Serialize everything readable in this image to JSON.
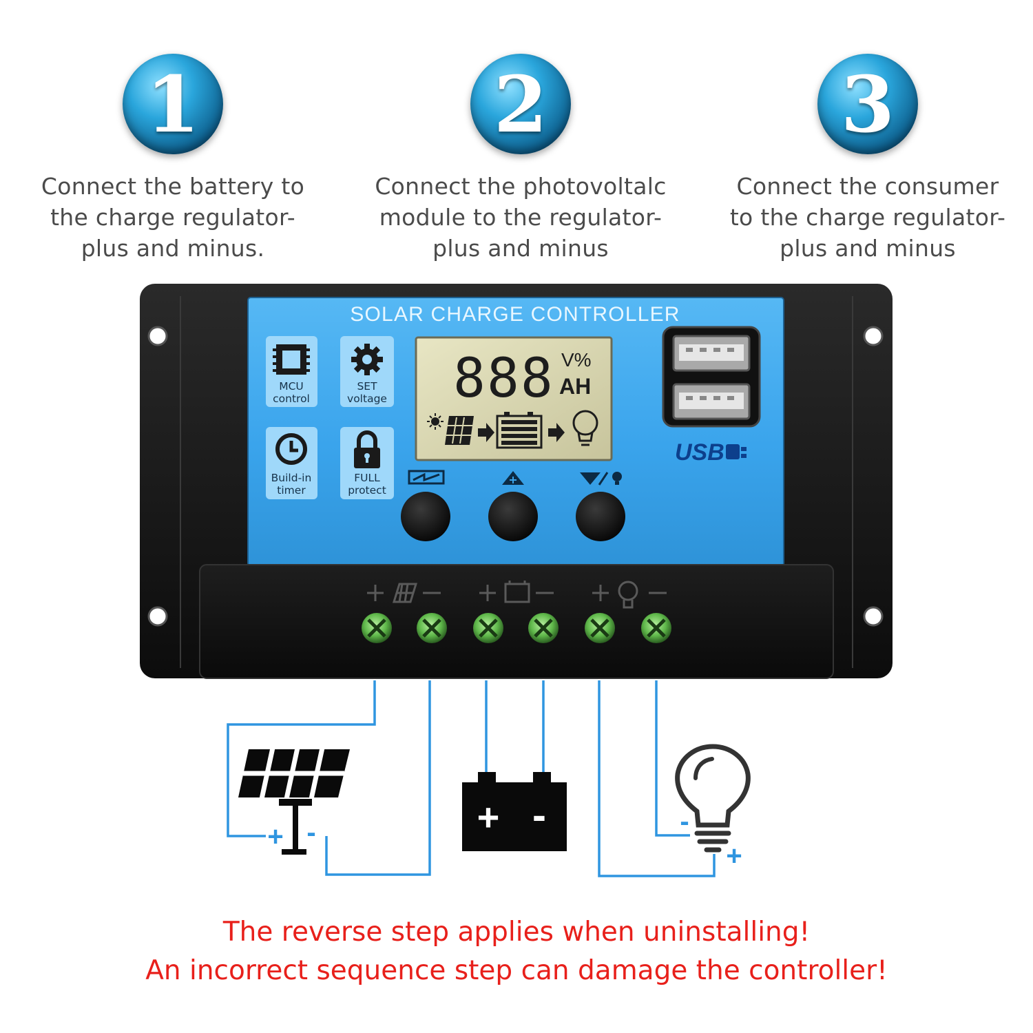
{
  "steps": [
    {
      "number": "1",
      "lines": [
        "Connect the battery to",
        "the charge regulator-",
        "plus and minus."
      ]
    },
    {
      "number": "2",
      "lines": [
        "Connect the photovoltalc",
        "module to the regulator-",
        "plus and minus"
      ]
    },
    {
      "number": "3",
      "lines": [
        "Connect the consumer",
        "to the charge regulator-",
        "plus and minus"
      ]
    }
  ],
  "controller": {
    "title": "SOLAR CHARGE CONTROLLER",
    "lcd": {
      "digits": "888",
      "unit_top": "V%",
      "unit_bottom": "AH"
    },
    "features": [
      {
        "icon": "chip-icon",
        "line1": "MCU",
        "line2": "control"
      },
      {
        "icon": "gear-icon",
        "line1": "SET",
        "line2": "voltage"
      },
      {
        "icon": "clock-icon",
        "line1": "Build-in",
        "line2": "timer"
      },
      {
        "icon": "lock-icon",
        "line1": "FULL",
        "line2": "protect"
      }
    ],
    "usb_label": "USB",
    "buttons": [
      "menu-icon",
      "up-plus-icon",
      "down-load-icon"
    ]
  },
  "wiring": {
    "panel_plus": "+",
    "panel_minus": "-",
    "battery_plus": "+",
    "battery_minus": "-",
    "load_minus": "-",
    "load_plus": "+"
  },
  "colors": {
    "accent_blue": "#2f95e0",
    "panel_blue": "#3aa4ec",
    "warning_red": "#e8201b",
    "step_text": "#4b4b4b"
  },
  "warning": {
    "line1": "The reverse step applies when uninstalling!",
    "line2": "An incorrect sequence step can damage the controller!"
  }
}
